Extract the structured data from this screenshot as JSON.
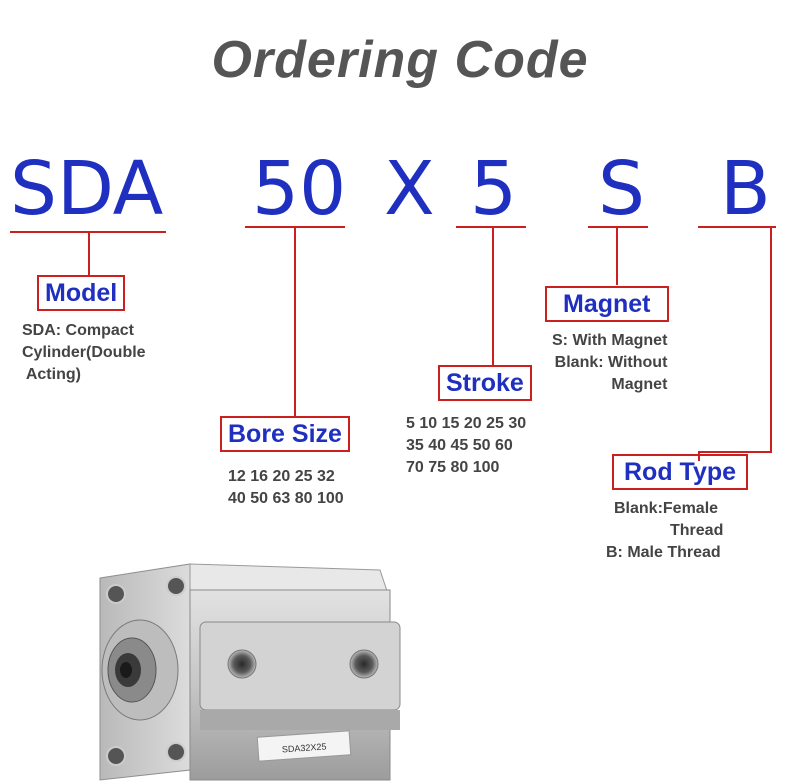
{
  "title": "Ordering Code",
  "code_parts": [
    "SDA",
    "50",
    "X",
    "5",
    "S",
    "B"
  ],
  "fields": {
    "model": {
      "label": "Model",
      "lines": [
        "SDA: Compact",
        "Cylinder(Double",
        " Acting)"
      ]
    },
    "bore_size": {
      "label": "Bore Size",
      "lines": [
        "12 16 20 25 32",
        "40 50 63 80 100"
      ]
    },
    "stroke": {
      "label": "Stroke",
      "lines": [
        "5 10 15 20 25 30",
        "35 40 45 50 60",
        "70 75 80 100"
      ]
    },
    "magnet": {
      "label": "Magnet",
      "lines": [
        "S: With Magnet",
        "Blank: Without",
        "Magnet"
      ]
    },
    "rod_type": {
      "label": "Rod Type",
      "lines": [
        "Blank:Female",
        "Thread",
        "B: Male Thread"
      ]
    }
  },
  "product_label": "SDA32X25",
  "colors": {
    "code": "#1f2fbf",
    "lines": "#cc1f1f",
    "title": "#555555",
    "text": "#444444"
  }
}
